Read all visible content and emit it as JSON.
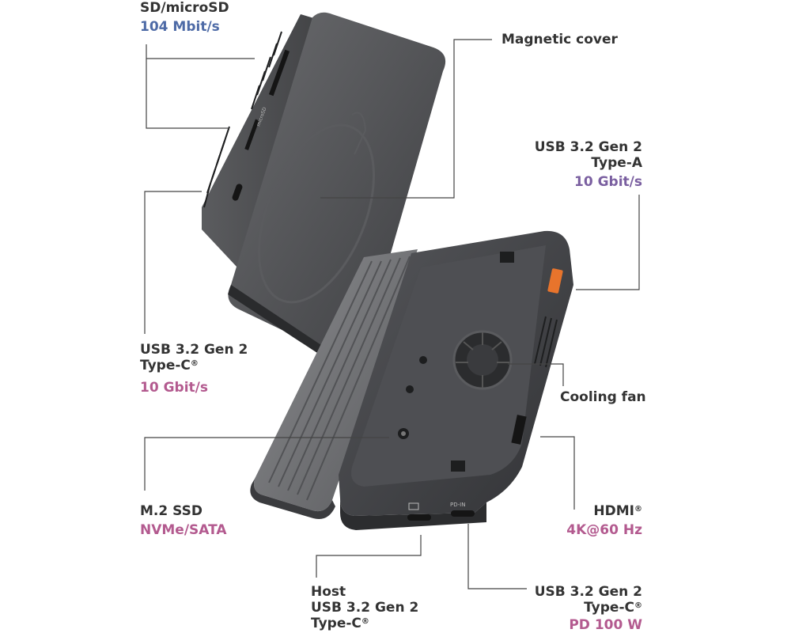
{
  "colors": {
    "text": "#333333",
    "line": "#444444",
    "spec_blue": "#4d6aa6",
    "spec_purple": "#7a5fa0",
    "spec_pink": "#b35a8f",
    "device_body": "#4a4b4e",
    "device_dark": "#2e2f31",
    "usb_a_orange": "#e8742c"
  },
  "callouts": {
    "sd": {
      "title": "SD/microSD",
      "spec": "104 Mbit/s"
    },
    "magnetic": {
      "title": "Magnetic cover"
    },
    "usba": {
      "line1": "USB 3.2 Gen 2",
      "line2": "Type-A",
      "spec": "10 Gbit/s"
    },
    "usbc": {
      "line1": "USB 3.2 Gen 2",
      "line2": "Type-C",
      "reg": "®",
      "spec": "10 Gbit/s"
    },
    "fan": {
      "title": "Cooling fan"
    },
    "m2": {
      "title": "M.2 SSD",
      "spec": "NVMe/SATA"
    },
    "hdmi": {
      "title": "HDMI",
      "reg": "®",
      "spec": "4K@60 Hz"
    },
    "host": {
      "line1": "Host",
      "line2": "USB 3.2 Gen 2",
      "line3": "Type-C",
      "reg": "®"
    },
    "pd": {
      "line1": "USB 3.2 Gen 2",
      "line2": "Type-C",
      "reg": "®",
      "spec": "PD 100 W"
    }
  },
  "device": {
    "port_labels": {
      "microsd": "microSD",
      "pd_in": "PD-IN"
    },
    "icons": [
      "card-slot-icon",
      "usb-c-port-icon",
      "fan-icon",
      "monitor-icon"
    ]
  }
}
